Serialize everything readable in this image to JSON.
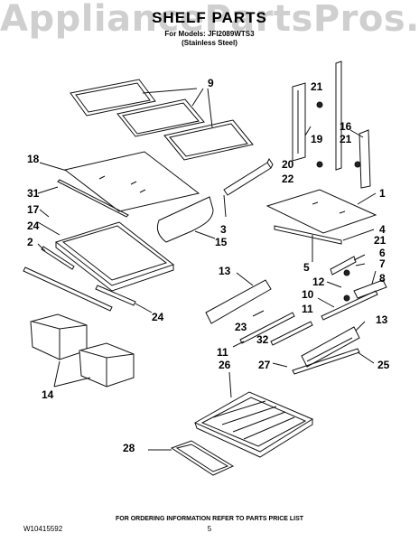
{
  "watermark": "AppliancePartsPros.com",
  "title": "SHELF PARTS",
  "model_line": "For Models: JFI2089WTS3",
  "finish_line": "(Stainless Steel)",
  "callouts": {
    "c9": "9",
    "c18": "18",
    "c31": "31",
    "c17": "17",
    "c24a": "24",
    "c2": "2",
    "c3": "3",
    "c15": "15",
    "c24b": "24",
    "c14": "14",
    "c13a": "13",
    "c23": "23",
    "c32": "32",
    "c11a": "11",
    "c26": "26",
    "c28": "28",
    "c21a": "21",
    "c19": "19",
    "c20": "20",
    "c22": "22",
    "c16": "16",
    "c21b": "21",
    "c1": "1",
    "c4": "4",
    "c5": "5",
    "c21c": "21",
    "c6": "6",
    "c7": "7",
    "c8": "8",
    "c12": "12",
    "c10": "10",
    "c11b": "11",
    "c13b": "13",
    "c27": "27",
    "c25": "25"
  },
  "footer": {
    "doc_number": "W10415592",
    "ordering_note": "FOR ORDERING INFORMATION REFER TO PARTS PRICE LIST",
    "page_number": "5"
  }
}
